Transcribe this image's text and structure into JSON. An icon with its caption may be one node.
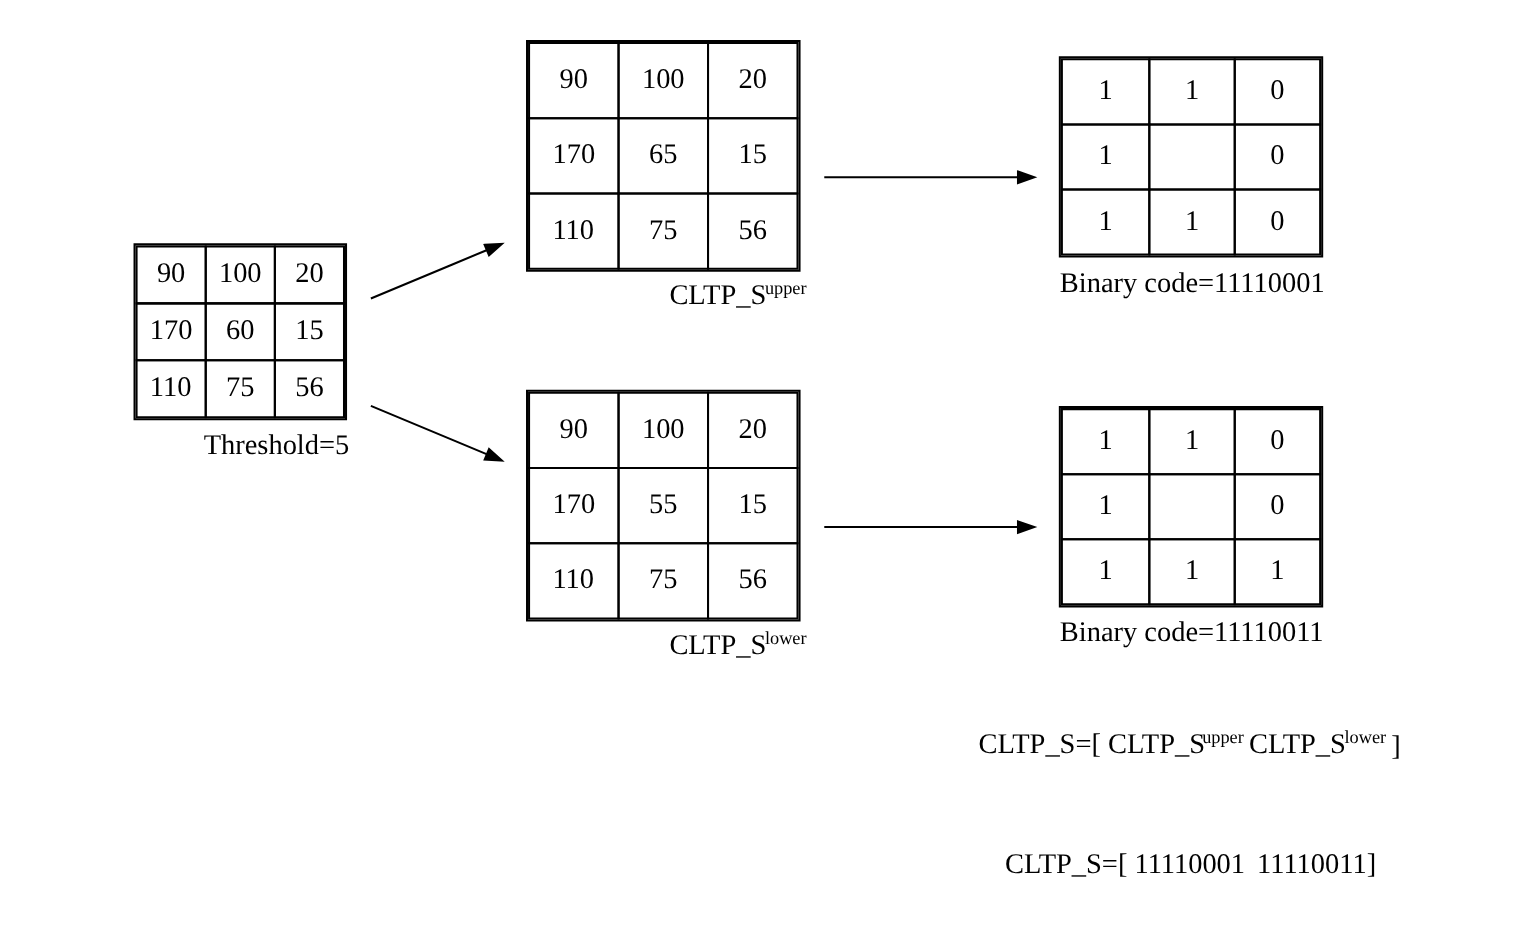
{
  "diagram": {
    "nodes": [
      {
        "text": [
          "90",
          "100",
          "20",
          "170",
          "60",
          "15",
          "110",
          "75",
          "56"
        ],
        "beside": [
          "Threshold=5"
        ]
      },
      {
        "text": [
          "90",
          "100",
          "20",
          "170",
          "65",
          "15",
          "110",
          "75",
          "56"
        ],
        "beside": [
          "CLTP_S$^{upper}$"
        ]
      },
      {
        "text": [
          "90",
          "100",
          "20",
          "170",
          "55",
          "15",
          "110",
          "75",
          "56"
        ],
        "beside": [
          "CLTP_S$^{lower}$"
        ]
      },
      {
        "text": [
          "1",
          "1",
          "0",
          "1",
          "0",
          "1",
          "1",
          "0"
        ],
        "beside": [
          "Binary code=11110001"
        ]
      },
      {
        "text": [
          "1",
          "1",
          "0",
          "1",
          "0",
          "1",
          "1",
          "1"
        ],
        "beside": [
          "Binary code=11110011"
        ]
      }
    ],
    "edges": [
      {
        "from": 0,
        "to": 1,
        "arrow": "to"
      },
      {
        "from": 0,
        "to": 2,
        "arrow": "to"
      },
      {
        "from": 1,
        "to": 3,
        "arrow": "to"
      },
      {
        "from": 2,
        "to": 4,
        "arrow": "to"
      }
    ],
    "labels": [
      "CLTP_S=[ CLTP_S$^{upper}$",
      "CLTP_S$^{lower}$",
      "]",
      "CLTP_S=[ 11110001",
      "11110011]"
    ]
  }
}
